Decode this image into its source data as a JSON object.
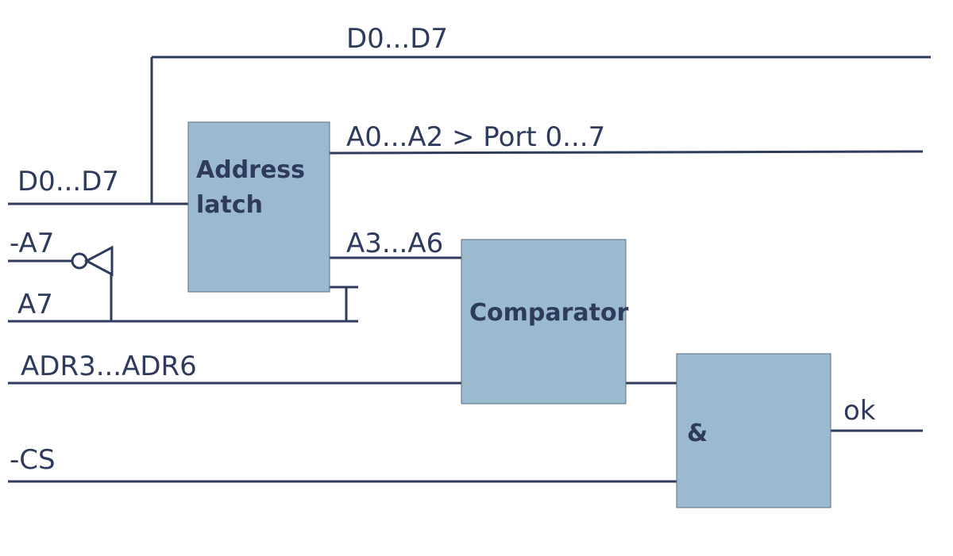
{
  "colors": {
    "wire": "#2e3b5c",
    "block_fill": "#9bbad0",
    "text": "#2e3b5c"
  },
  "signals": {
    "data_bus_top": "D0...D7",
    "data_bus_in": "D0...D7",
    "neg_a7": "-A7",
    "a7": "A7",
    "adr": "ADR3...ADR6",
    "neg_cs": "-CS",
    "latch_out_port": "A0...A2 > Port 0...7",
    "latch_out_cmp": "A3...A6",
    "ok": "ok"
  },
  "blocks": {
    "latch_line1": "Address",
    "latch_line2": "latch",
    "comparator": "Comparator",
    "and_gate": "&"
  }
}
